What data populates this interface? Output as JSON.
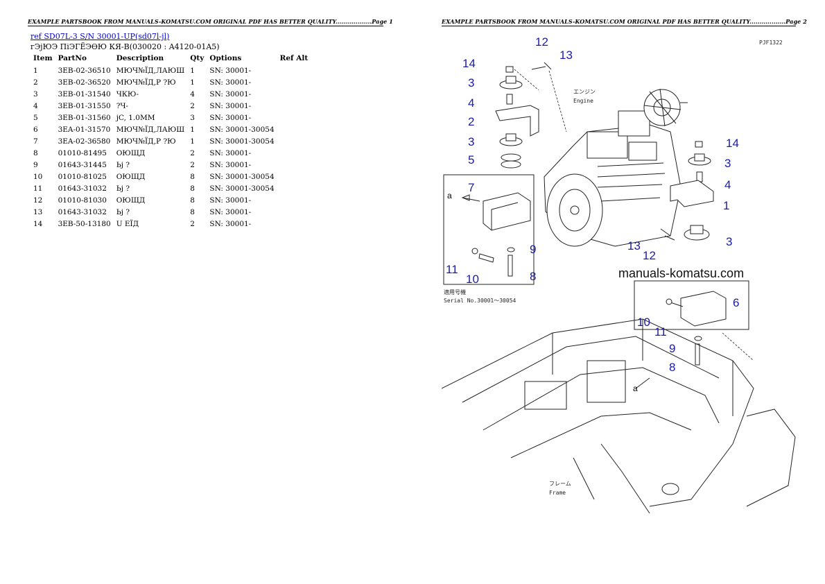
{
  "header": {
    "page1": "EXAMPLE PARTSBOOK FROM MANUALS-KOMATSU.COM ORIGINAL PDF HAS BETTER QUALITY..................Page 1",
    "page2": "EXAMPLE PARTSBOOK FROM MANUALS-KOMATSU.COM ORIGINAL PDF HAS BETTER QUALITY..................Page 2"
  },
  "ref_link": "ref  SD07L-3 S/N 30001-UP(sd07l-jl)",
  "subtitle": "гЭјЮЭ ПіЭГЁЭӨЮ КЯ-В(030020 : A4120-01A5)",
  "table": {
    "headers": [
      "Item",
      "PartNo",
      "Description",
      "Qty",
      "Options",
      "Ref Alt"
    ],
    "rows": [
      [
        "1",
        "3EB-02-36510",
        "МЮЧ№ЇД,ЛАЮШ",
        "1",
        "SN: 30001-",
        ""
      ],
      [
        "2",
        "3EB-02-36520",
        "МЮЧ№ЇД,Р ?Ю",
        "1",
        "SN: 30001-",
        ""
      ],
      [
        "3",
        "3EB-01-31540",
        "ЧКЮ-",
        "4",
        "SN: 30001-",
        ""
      ],
      [
        "4",
        "3EB-01-31550",
        "?Ч-",
        "2",
        "SN: 30001-",
        ""
      ],
      [
        "5",
        "3EB-01-31560",
        "jC, 1.0MM",
        "3",
        "SN: 30001-",
        ""
      ],
      [
        "6",
        "3EA-01-31570",
        "МЮЧ№ЇД,ЛАЮШ",
        "1",
        "SN: 30001-30054",
        ""
      ],
      [
        "7",
        "3EA-02-36580",
        "МЮЧ№ЇД,Р ?Ю",
        "1",
        "SN: 30001-30054",
        ""
      ],
      [
        "8",
        "01010-81495",
        "ОЮЩД",
        "2",
        "SN: 30001-",
        ""
      ],
      [
        "9",
        "01643-31445",
        "Ьј ?",
        "2",
        "SN: 30001-",
        ""
      ],
      [
        "10",
        "01010-81025",
        "ОЮЩД",
        "8",
        "SN: 30001-30054",
        ""
      ],
      [
        "11",
        "01643-31032",
        "Ьј ?",
        "8",
        "SN: 30001-30054",
        ""
      ],
      [
        "12",
        "01010-81030",
        "ОЮЩД",
        "8",
        "SN: 30001-",
        ""
      ],
      [
        "13",
        "01643-31032",
        "Ьј ?",
        "8",
        "SN: 30001-",
        ""
      ],
      [
        "14",
        "3EB-50-13180",
        "U ЕЇД",
        "2",
        "SN: 30001-",
        ""
      ]
    ]
  },
  "diagram": {
    "code": "PJF1322",
    "engine_label_jp": "エンジン",
    "engine_label": "Engine",
    "frame_label_jp": "フレーム",
    "frame_label": "Frame",
    "serial_jp": "適用号機",
    "serial": "Serial No.30001～30054",
    "watermark": "manuals-komatsu.com",
    "arrow_label": "a",
    "callouts": {
      "n1": "1",
      "n2": "2",
      "n3": "3",
      "n4": "4",
      "n5": "5",
      "n6": "6",
      "n7": "7",
      "n8": "8",
      "n9": "9",
      "n10": "10",
      "n11": "11",
      "n12": "12",
      "n13": "13",
      "n14": "14"
    }
  }
}
